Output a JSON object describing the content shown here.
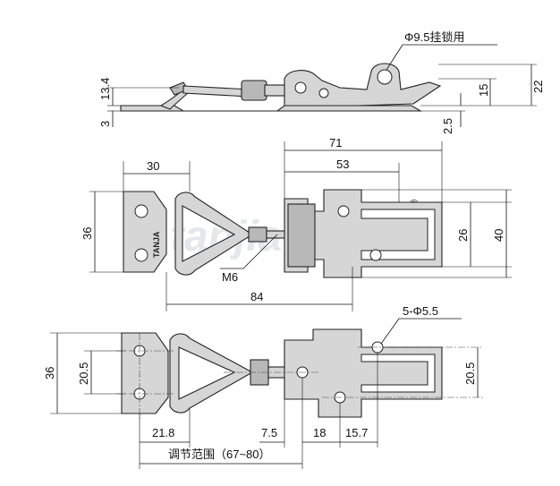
{
  "top_view": {
    "hole_note": "Φ9.5挂锁用",
    "dim_13_4": "13.4",
    "dim_3": "3",
    "dim_15": "15",
    "dim_22": "22",
    "dim_2_5": "2.5"
  },
  "middle_view": {
    "dim_30": "30",
    "dim_71": "71",
    "dim_53": "53",
    "dim_36": "36",
    "dim_26": "26",
    "dim_40": "40",
    "thread_label": "M6",
    "dim_84": "84",
    "brand_mark": "TANJA",
    "registered_mark": "®"
  },
  "bottom_view": {
    "hole_note": "5-Φ5.5",
    "dim_36": "36",
    "dim_20_5_left": "20.5",
    "dim_20_5_right": "20.5",
    "dim_21_8": "21.8",
    "dim_7_5": "7.5",
    "dim_18": "18",
    "dim_15_7": "15.7",
    "adjust_range": "调节范围（67~80）"
  }
}
